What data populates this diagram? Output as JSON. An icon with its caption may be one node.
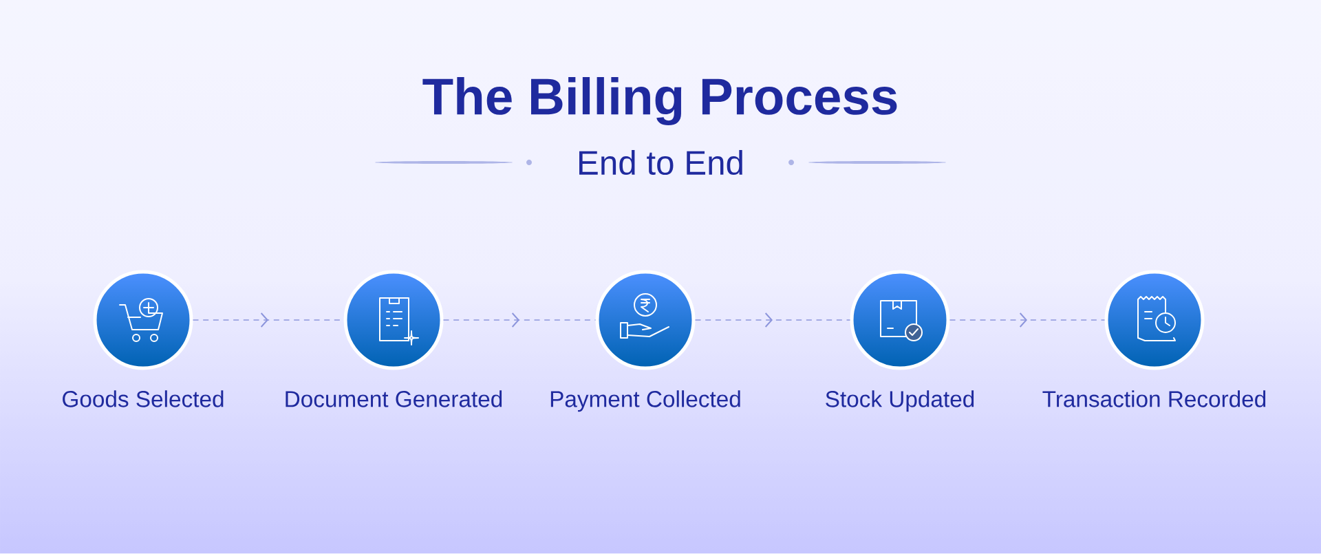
{
  "diagram": {
    "title": "The Billing Process",
    "caption": "End to End",
    "nodes": [
      {
        "text": [
          "Goods Selected"
        ]
      },
      {
        "text": [
          "Document Generated"
        ]
      },
      {
        "text": [
          "Payment Collected"
        ]
      },
      {
        "text": [
          "Stock Updated"
        ]
      },
      {
        "text": [
          "Transaction Recorded"
        ]
      }
    ],
    "edges": [
      {
        "from": 0,
        "to": 1,
        "arrow": "to",
        "style": "dashed"
      },
      {
        "from": 1,
        "to": 2,
        "arrow": "to",
        "style": "dashed"
      },
      {
        "from": 2,
        "to": 3,
        "arrow": "to",
        "style": "dashed"
      },
      {
        "from": 3,
        "to": 4,
        "arrow": "to",
        "style": "dashed"
      }
    ]
  }
}
